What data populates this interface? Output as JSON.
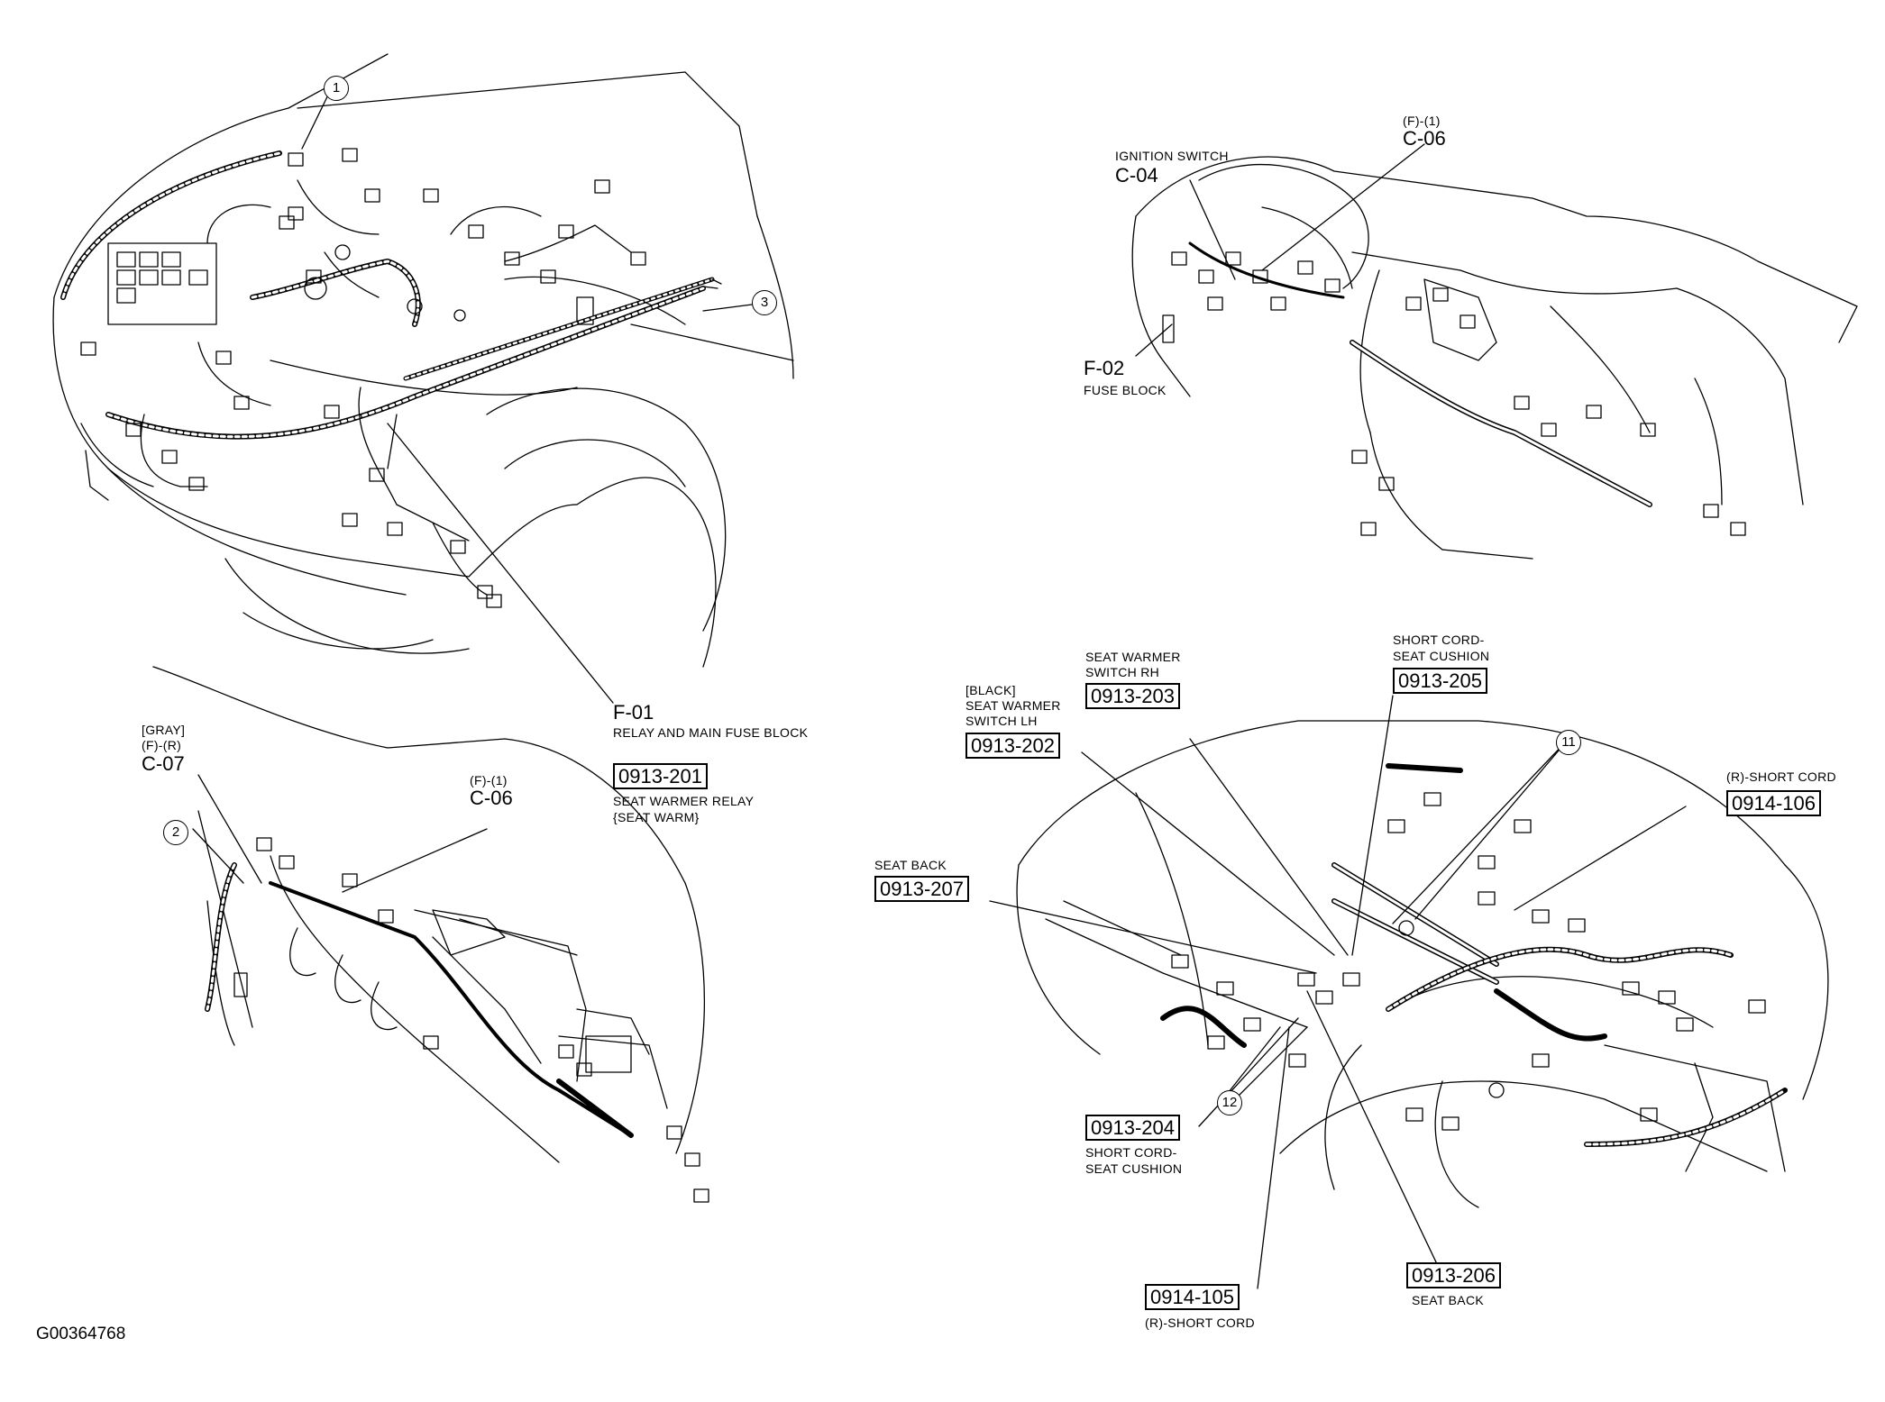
{
  "figure_id": "G00364768",
  "callouts": [
    "1",
    "2",
    "3",
    "11",
    "12"
  ],
  "engine_bay": {
    "f01_code": "F-01",
    "f01_caption": "RELAY AND MAIN FUSE BLOCK"
  },
  "dashboard": {
    "ignition_caption": "IGNITION SWITCH",
    "ignition_code": "C-04",
    "c06_prefix": "(F)-(1)",
    "c06_code": "C-06",
    "f02_code": "F-02",
    "f02_caption": "FUSE BLOCK"
  },
  "driver_area": {
    "c07_color": "[GRAY]",
    "c07_prefix": "(F)-(R)",
    "c07_code": "C-07",
    "c06_prefix": "(F)-(1)",
    "c06_code": "C-06",
    "relay_code": "0913-201",
    "relay_caption_1": "SEAT WARMER RELAY",
    "relay_caption_2": "{SEAT WARM}"
  },
  "rear_body": {
    "c202_color": "[BLACK]",
    "c202_caption_1": "SEAT WARMER",
    "c202_caption_2": "SWITCH LH",
    "c202_code": "0913-202",
    "c203_caption_1": "SEAT WARMER",
    "c203_caption_2": "SWITCH RH",
    "c203_code": "0913-203",
    "c205_caption_1": "SHORT CORD-",
    "c205_caption_2": "SEAT CUSHION",
    "c205_code": "0913-205",
    "c106_caption": "(R)-SHORT CORD",
    "c106_code": "0914-106",
    "c207_caption": "SEAT BACK",
    "c207_code": "0913-207",
    "c204_code": "0913-204",
    "c204_caption_1": "SHORT CORD-",
    "c204_caption_2": "SEAT CUSHION",
    "c206_code": "0913-206",
    "c206_caption": "SEAT BACK",
    "c105_code": "0914-105",
    "c105_caption": "(R)-SHORT CORD"
  }
}
